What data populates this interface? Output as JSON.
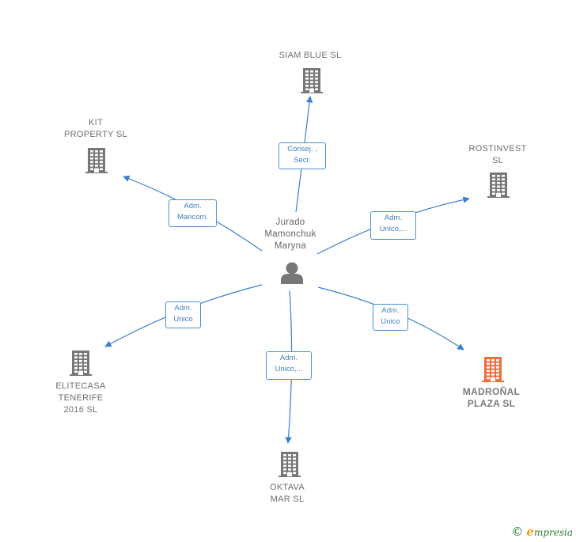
{
  "center": {
    "name": "Jurado\nMamonchuk\nMaryna",
    "icon": "person-icon"
  },
  "nodes": [
    {
      "id": "siam",
      "name": "SIAM BLUE  SL",
      "icon": "building-icon",
      "color": "#777777"
    },
    {
      "id": "rostinvest",
      "name": "ROSTINVEST\nSL",
      "icon": "building-icon",
      "color": "#777777"
    },
    {
      "id": "madronal",
      "name": "MADROÑAL\nPLAZA  SL",
      "icon": "building-icon",
      "color": "#f26b3a",
      "highlight": true
    },
    {
      "id": "oktava",
      "name": "OKTAVA\nMAR  SL",
      "icon": "building-icon",
      "color": "#777777"
    },
    {
      "id": "elitecasa",
      "name": "ELITECASA\nTENERIFE\n2016  SL",
      "icon": "building-icon",
      "color": "#777777"
    },
    {
      "id": "kit",
      "name": "KIT\nPROPERTY SL",
      "icon": "building-icon",
      "color": "#777777"
    }
  ],
  "edges": [
    {
      "to": "siam",
      "label": "Consej. ,\nSecr."
    },
    {
      "to": "rostinvest",
      "label": "Adm.\nUnico,..."
    },
    {
      "to": "madronal",
      "label": "Adm.\nUnico"
    },
    {
      "to": "oktava",
      "label": "Adm.\nUnico,..."
    },
    {
      "to": "elitecasa",
      "label": "Adm.\nUnico"
    },
    {
      "to": "kit",
      "label": "Adm.\nMancom."
    }
  ],
  "colors": {
    "edge": "#3a7fd0",
    "node": "#777777",
    "highlight": "#f26b3a",
    "person": "#777777"
  },
  "footer": {
    "copyright": "©",
    "brand_initial": "e",
    "brand_rest": "mpresia"
  }
}
